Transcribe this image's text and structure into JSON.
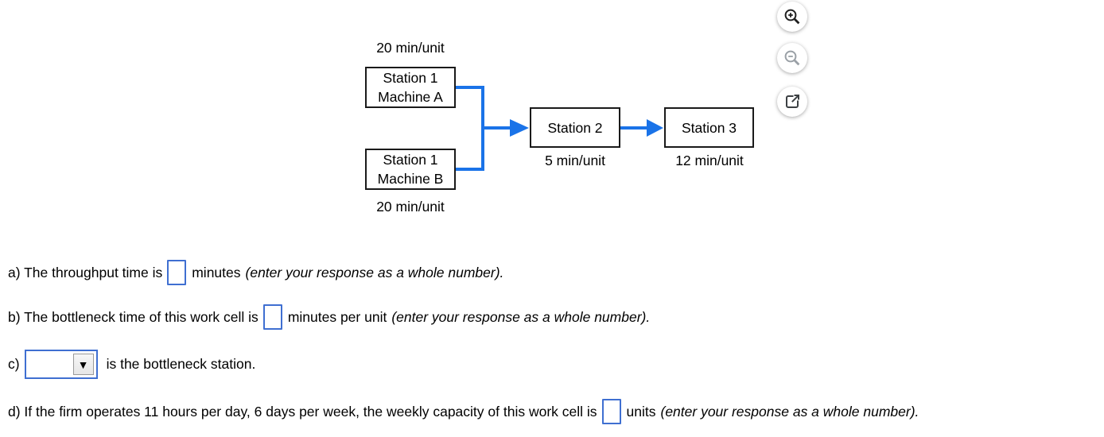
{
  "colors": {
    "connector_blue": "#1a73e8",
    "input_border_blue": "#3f6fd1",
    "box_border": "#1a1a1a",
    "disabled_icon_gray": "#9aa0a6",
    "icon_dark": "#1f1f1f"
  },
  "toolbar": {
    "icons": [
      {
        "name": "zoom-in"
      },
      {
        "name": "zoom-out"
      },
      {
        "name": "open-in-new-window"
      }
    ]
  },
  "diagram": {
    "stations": [
      {
        "id": "machine-a",
        "line1": "Station 1",
        "line2": "Machine A",
        "rate": "20 min/unit",
        "rate_position": "above"
      },
      {
        "id": "machine-b",
        "line1": "Station 1",
        "line2": "Machine B",
        "rate": "20 min/unit",
        "rate_position": "below"
      },
      {
        "id": "station-2",
        "line1": "Station 2",
        "line2": "",
        "rate": "5 min/unit",
        "rate_position": "below"
      },
      {
        "id": "station-3",
        "line1": "Station 3",
        "line2": "",
        "rate": "12 min/unit",
        "rate_position": "below"
      }
    ]
  },
  "questions": {
    "a": {
      "prefix": "a) The throughput time is",
      "value": "",
      "suffix": "minutes",
      "hint": "(enter your response as a whole number)."
    },
    "b": {
      "prefix": "b) The bottleneck time of this work cell is",
      "value": "",
      "suffix": "minutes per unit",
      "hint": "(enter your response as a whole number)."
    },
    "c": {
      "prefix": "c)",
      "selected_value": "",
      "dropdown_arrow": "▼",
      "suffix": "is the bottleneck station."
    },
    "d": {
      "prefix": "d) If the firm operates 11 hours per day, 6 days per week, the weekly capacity of this work cell is",
      "value": "",
      "suffix": "units",
      "hint": "(enter your response as a whole number)."
    }
  }
}
